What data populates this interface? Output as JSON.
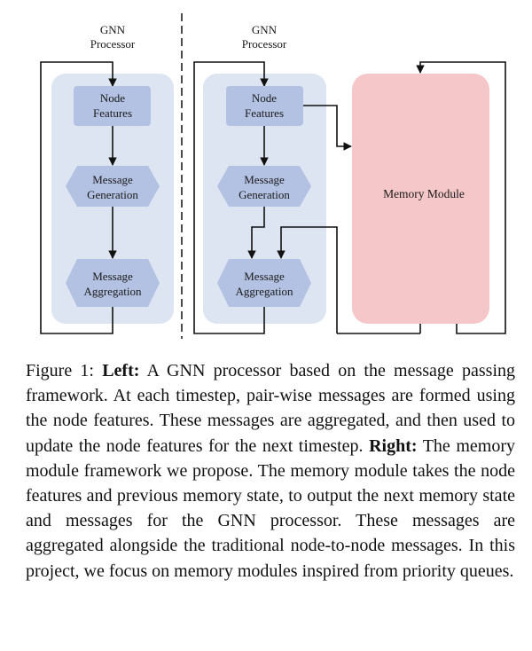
{
  "figure": {
    "colors": {
      "panel": "#dde5f2",
      "node": "#b3c1e2",
      "memory": "#f5c7c9",
      "line": "#111111"
    },
    "left": {
      "header": [
        "GNN",
        "Processor"
      ],
      "node_features": [
        "Node",
        "Features"
      ],
      "message_generation": [
        "Message",
        "Generation"
      ],
      "message_aggregation": [
        "Message",
        "Aggregation"
      ]
    },
    "right": {
      "header": [
        "GNN",
        "Processor"
      ],
      "node_features": [
        "Node",
        "Features"
      ],
      "message_generation": [
        "Message",
        "Generation"
      ],
      "message_aggregation": [
        "Message",
        "Aggregation"
      ],
      "memory_module": "Memory Module"
    }
  },
  "caption": {
    "figure_label": "Figure 1:",
    "left_label": "Left:",
    "left_text": "A GNN processor based on the message passing framework. At each timestep, pair-wise messages are formed using the node features. These messages are aggregated, and then used to update the node features for the next timestep.",
    "right_label": "Right:",
    "right_text": "The memory module framework we propose. The memory module takes the node features and previous memory state, to output the next memory state and messages for the GNN processor. These messages are aggregated alongside the traditional node-to-node messages. In this project, we focus on memory modules inspired from priority queues."
  }
}
